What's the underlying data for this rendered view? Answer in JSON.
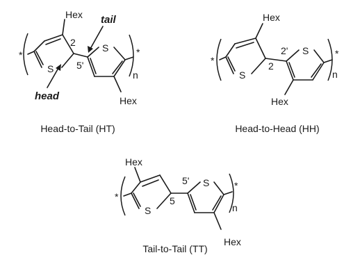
{
  "structures": {
    "ht": {
      "caption": "Head-to-Tail (HT)",
      "labels": {
        "hex_top": "Hex",
        "hex_bottom": "Hex",
        "s_left": "S",
        "s_right": "S",
        "pos_left": "2",
        "pos_right": "5'",
        "repeat": "n",
        "end_left": "*",
        "end_right": "*"
      },
      "annotations": {
        "tail": "tail",
        "head": "head"
      }
    },
    "hh": {
      "caption": "Head-to-Head (HH)",
      "labels": {
        "hex_top": "Hex",
        "hex_bottom": "Hex",
        "s_left": "S",
        "s_right": "S",
        "pos_left": "2",
        "pos_right": "2'",
        "repeat": "n",
        "end_left": "*",
        "end_right": "*"
      }
    },
    "tt": {
      "caption": "Tail-to-Tail (TT)",
      "labels": {
        "hex_top": "Hex",
        "hex_bottom": "Hex",
        "s_left": "S",
        "s_right": "S",
        "pos_left": "5",
        "pos_right": "5'",
        "repeat": "n",
        "end_left": "*",
        "end_right": "*"
      }
    }
  }
}
